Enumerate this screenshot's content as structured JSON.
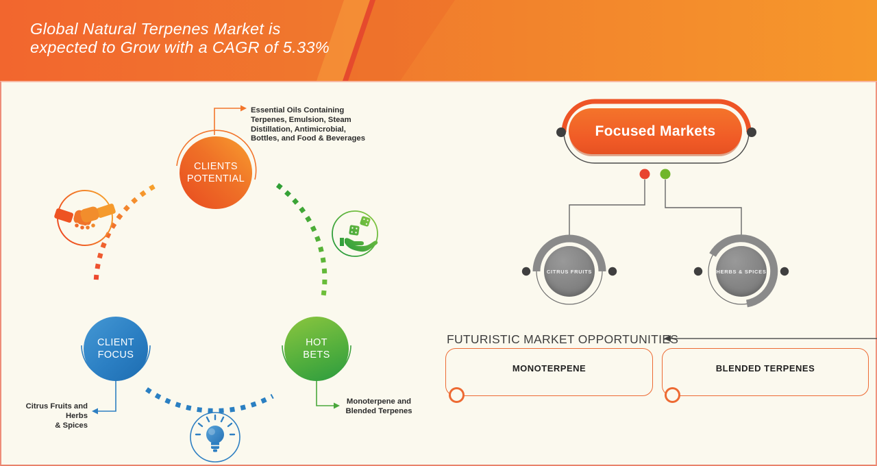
{
  "header": {
    "title_lines": [
      "Global Natural Terpenes Market is",
      "expected to Grow with a CAGR of 5.33%"
    ]
  },
  "cycle": {
    "nodes": [
      {
        "id": "clients-potential",
        "label": [
          "CLIENTS",
          "POTENTIAL"
        ],
        "annotation": [
          "Essential Oils Containing",
          "Terpenes, Emulsion, Steam",
          "Distillation, Antimicrobial,",
          "Bottles, and Food & Beverages"
        ]
      },
      {
        "id": "client-focus",
        "label": [
          "CLIENT",
          "FOCUS"
        ],
        "annotation": [
          "Citrus Fruits and Herbs",
          "& Spices"
        ]
      },
      {
        "id": "hot-bets",
        "label": [
          "HOT",
          "BETS"
        ],
        "annotation": [
          "Monoterpene and",
          "Blended Terpenes"
        ]
      }
    ],
    "icons": [
      "handshake-icon",
      "dice-hand-icon",
      "lightbulb-icon"
    ]
  },
  "focused_markets": {
    "title": "Focused Markets",
    "branches": [
      {
        "label": "CITRUS FRUITS"
      },
      {
        "label": "HERBS & SPICES"
      }
    ]
  },
  "opportunities": {
    "heading": "FUTURISTIC MARKET OPPORTUNITIES",
    "items": [
      {
        "label": "MONOTERPENE"
      },
      {
        "label": "BLENDED TERPENES"
      }
    ]
  },
  "colors": {
    "banner_gradient_left": "#f2662e",
    "banner_gradient_right": "#f6982b",
    "banner_slash": "#e54a2d",
    "background_cream": "#fbf9ee",
    "frame_salmon": "#ee8d79",
    "orange_node": "#ef7127",
    "blue_node": "#2b7fc3",
    "green_node": "#55b03d",
    "pill_orange": "#f05a26",
    "gray_member": "#828282",
    "dot_red": "#e8432e",
    "dot_green": "#71b62c",
    "line_gray": "#5a5a5a",
    "box_border_orange": "#ed6a33"
  }
}
